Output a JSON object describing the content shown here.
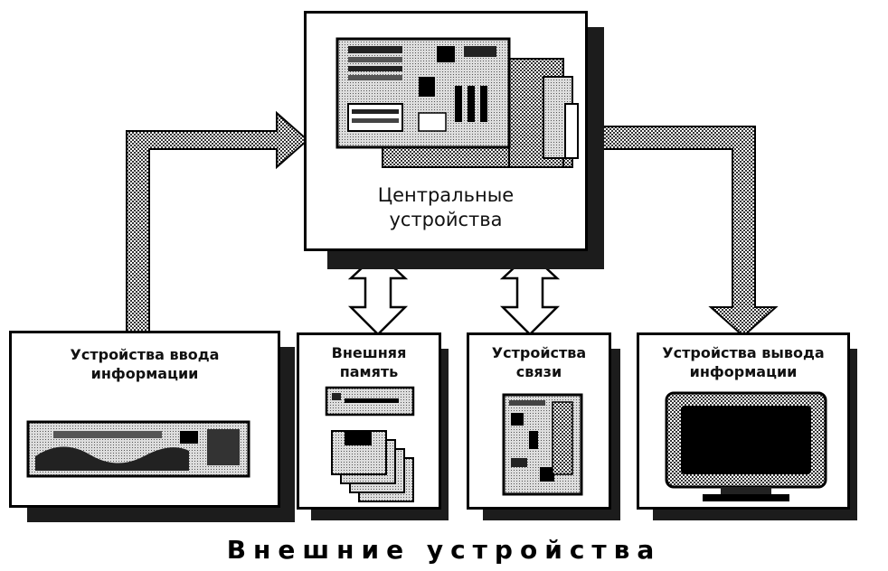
{
  "central": {
    "line1": "Центральные",
    "line2": "устройства"
  },
  "input": {
    "line1": "Устройства ввода",
    "line2": "информации"
  },
  "memory": {
    "line1": "Внешняя",
    "line2": "память"
  },
  "comm": {
    "line1": "Устройства",
    "line2": "связи"
  },
  "output": {
    "line1": "Устройства вывода",
    "line2": "информации"
  },
  "caption": "Внешние устройства"
}
